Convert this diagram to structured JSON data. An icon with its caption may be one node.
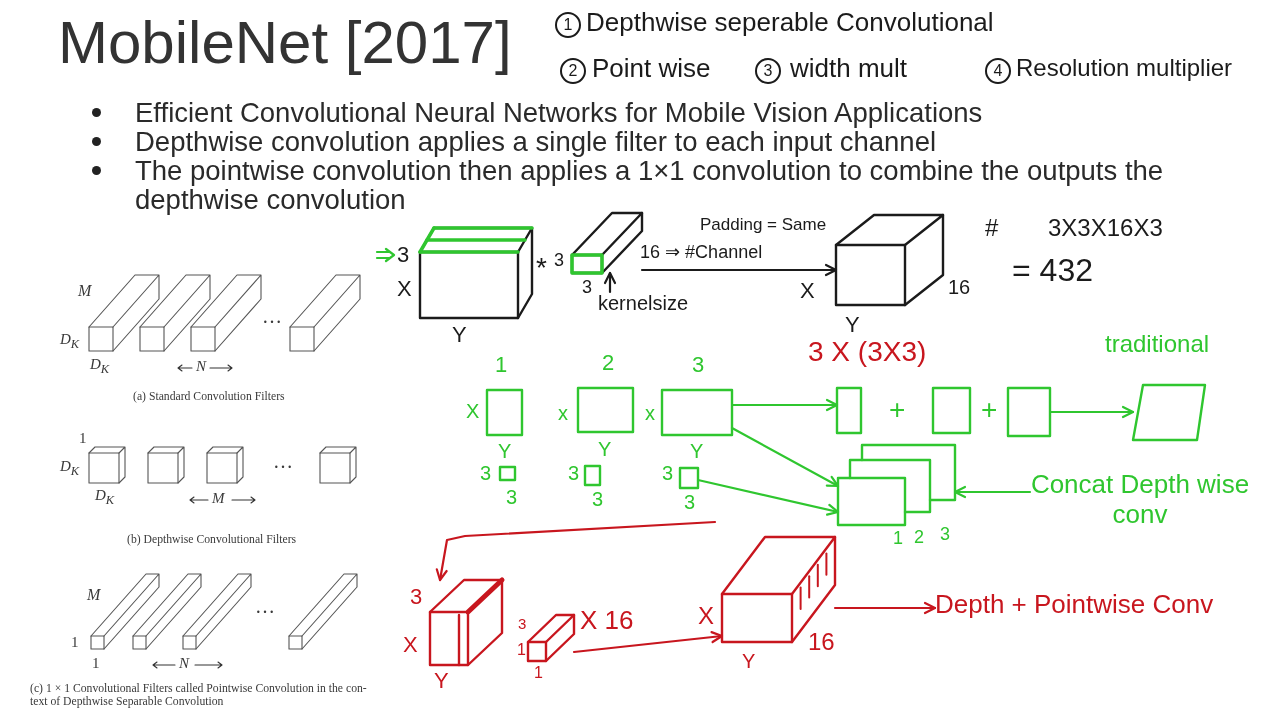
{
  "diagram": {
    "title": "MobileNet [2017]",
    "nodes": [
      {
        "text": [],
        "shape": "cube"
      },
      {
        "text": [],
        "shape": "cube"
      },
      {
        "text": [
          "kernelsize"
        ]
      },
      {
        "text": [],
        "shape": "cube"
      },
      {
        "text": [],
        "shape": "box"
      },
      {
        "text": [],
        "shape": "box"
      },
      {
        "text": [],
        "shape": "box"
      },
      {
        "text": [],
        "shape": "box"
      },
      {
        "text": [],
        "shape": "box"
      },
      {
        "text": [],
        "shape": "box"
      },
      {
        "text": [],
        "shape": "box"
      },
      {
        "text": [],
        "shape": "box"
      },
      {
        "text": [],
        "shape": "box"
      },
      {
        "text": [],
        "shape": "box"
      },
      {
        "text": [],
        "shape": "box"
      },
      {
        "text": [
          "Concat Depth wise conv"
        ]
      },
      {
        "text": [],
        "shape": "cube"
      },
      {
        "text": [],
        "shape": "cube"
      },
      {
        "text": [],
        "shape": "cube"
      },
      {
        "text": [
          "Depth + Pointwise Conv"
        ]
      }
    ],
    "edges": [
      {
        "from": 1,
        "to": 3,
        "arrow": "to",
        "color": "#1b1b1b"
      },
      {
        "from": 2,
        "to": 1,
        "arrow": "to",
        "color": "#1b1b1b"
      },
      {
        "from": 6,
        "to": 7,
        "arrow": "to"
      },
      {
        "from": 9,
        "to": 10,
        "arrow": "to"
      },
      {
        "from": 6,
        "to": 14,
        "arrow": "to"
      },
      {
        "from": 13,
        "to": 14,
        "arrow": "to"
      },
      {
        "from": 15,
        "to": 14,
        "arrow": "to"
      },
      {
        "from": null,
        "to": 16,
        "arrow": "to",
        "color": "#c8161e"
      },
      {
        "from": 17,
        "to": 18,
        "arrow": "to",
        "color": "#c8161e"
      },
      {
        "from": 18,
        "to": 19,
        "arrow": "to",
        "color": "#c8161e"
      }
    ],
    "labels": [
      "1",
      "Depthwise seperable Convolutional",
      "2",
      "Point wise",
      "3",
      "width mult",
      "4",
      "Resolution multiplier",
      "Efficient Convolutional Neural Networks for Mobile Vision Applications",
      "Depthwise convolution applies a single filter to each input channel",
      "The pointwise convolution then applies a 1×1 convolution to combine the outputs the depthwise convolution",
      "Padding = Same",
      "#",
      "3X3X16X3",
      "3",
      "*",
      "3",
      "16 ⇒ #Channel",
      "X",
      "3",
      "X",
      "16",
      "= 432",
      "Y",
      "Y",
      "M",
      "…",
      "D$_{K}$",
      "D$_{K}$",
      "N",
      "(a) Standard Convolution Filters",
      "1",
      "D$_{K}$",
      "…",
      "D$_{K}$",
      "M",
      "(b) Depthwise Convolutional Filters",
      "M",
      "…",
      "1",
      "1",
      "N",
      "(c) 1 × 1 Convolutional Filters called Pointwise Convolution in the con-text of Depthwise Separable Convolution",
      "1",
      "2",
      "3",
      "3 X (3X3)",
      "traditional",
      "X",
      "x",
      "x",
      "+",
      "+",
      "Y",
      "Y",
      "Y",
      "3",
      "3",
      "3",
      "3",
      "3",
      "3",
      "1",
      "2",
      "3",
      "3",
      "3",
      "X 16",
      "X",
      "X",
      "1",
      "16",
      "Y",
      "1",
      "Y"
    ]
  }
}
